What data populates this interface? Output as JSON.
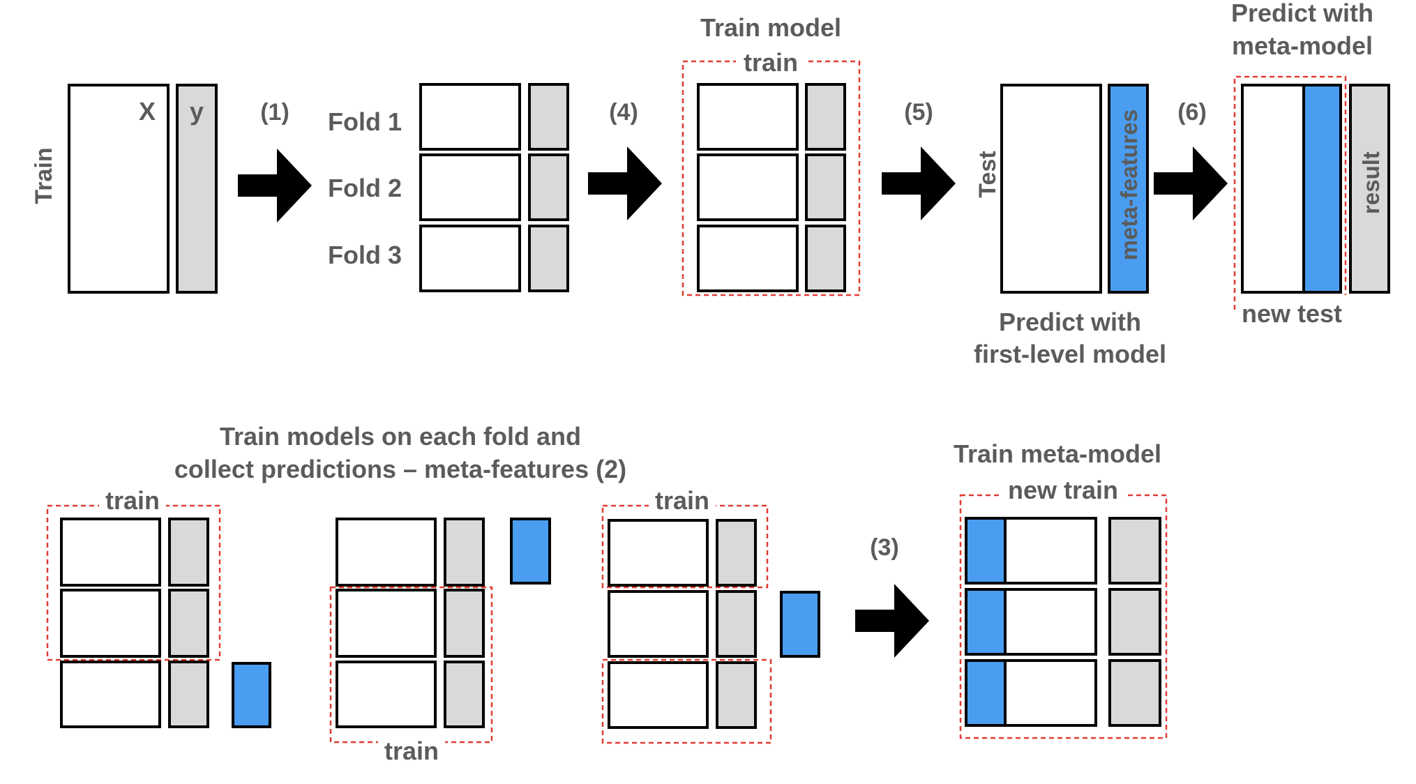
{
  "colors": {
    "outline": "#000000",
    "label": "#5b5b5b",
    "target_fill": "#d9d9d9",
    "meta_fill": "#4a9df0",
    "selection": "#e03c31"
  },
  "top": {
    "train_label": "Train",
    "x_label": "X",
    "y_label": "y",
    "step1": "(1)",
    "folds": [
      "Fold 1",
      "Fold 2",
      "Fold 3"
    ],
    "step4": "(4)",
    "train_model_title": "Train model",
    "train_model_sub": "train",
    "step5": "(5)",
    "test_label": "Test",
    "meta_features_label": "meta-features",
    "predict_first_level": [
      "Predict with",
      "first-level model"
    ],
    "step6": "(6)",
    "predict_meta": [
      "Predict with",
      "meta-model"
    ],
    "result_label": "result",
    "new_test_label": "new test"
  },
  "bottom": {
    "caption": [
      "Train models on each fold and",
      "collect predictions – meta-features (2)"
    ],
    "train_label": "train",
    "step3": "(3)",
    "meta_model_title": "Train meta-model",
    "new_train_label": "new train"
  }
}
